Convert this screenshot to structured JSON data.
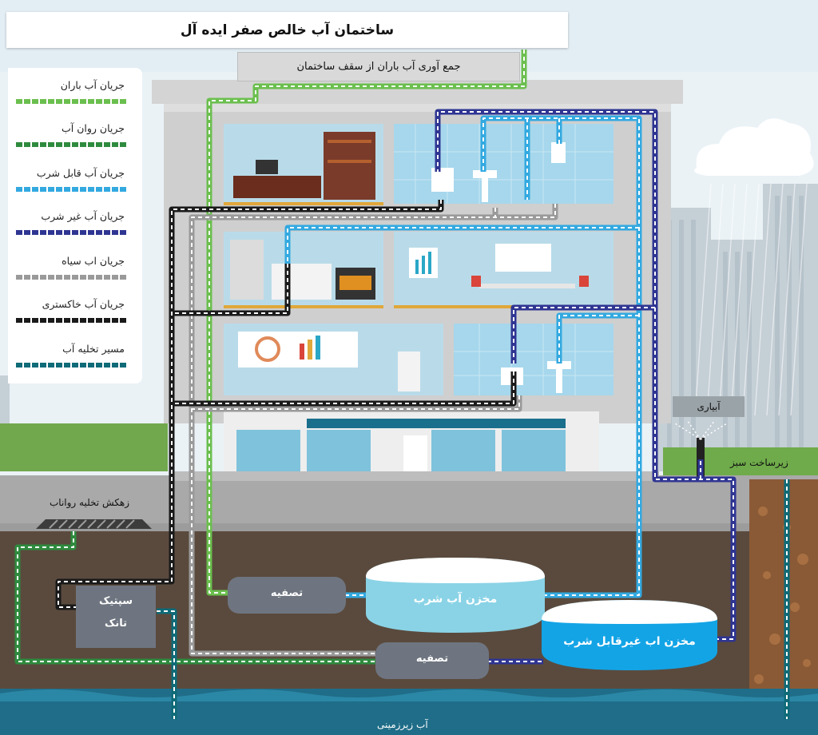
{
  "title": "ساختمان آب خالص صفر ایده آل",
  "roof_label": "جمع آوری آب باران از سقف ساختمان",
  "legend": [
    {
      "label": "جریان آب باران",
      "color": "#6bbf4e"
    },
    {
      "label": "جریان روان آب",
      "color": "#2e8b3e"
    },
    {
      "label": "جریان آب قابل شرب",
      "color": "#33a9e0"
    },
    {
      "label": "جریان آب غیر شرب",
      "color": "#2f3592"
    },
    {
      "label": "جریان اب سیاه",
      "color": "#9a9a9a"
    },
    {
      "label": "جریان آب خاکستری",
      "color": "#1a1a1a"
    },
    {
      "label": "مسیر تخلیه آب",
      "color": "#0f6b78"
    }
  ],
  "labels": {
    "drain": "زهکش تخلیه رواناب",
    "irrigation": "آبیاری",
    "green_infra": "زیرساخت سبز",
    "groundwater": "آب زیرزمینی"
  },
  "tanks": {
    "septic_line1": "سپتیک",
    "septic_line2": "تانک",
    "filter_top": "تصفیه",
    "filter_bottom": "تصفیه",
    "potable": "مخزن آب شرب",
    "nonpotable": "مخزن اب غیرقابل شرب"
  }
}
